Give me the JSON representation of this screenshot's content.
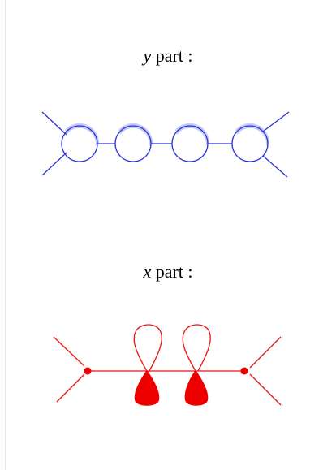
{
  "y_section": {
    "variable": "y",
    "label": " part :",
    "line_color": "#2a35d8",
    "shadow_color": "#9aa3ee"
  },
  "x_section": {
    "variable": "x",
    "label": " part :",
    "line_color": "#ee1111",
    "fill_color": "#ee0000"
  }
}
